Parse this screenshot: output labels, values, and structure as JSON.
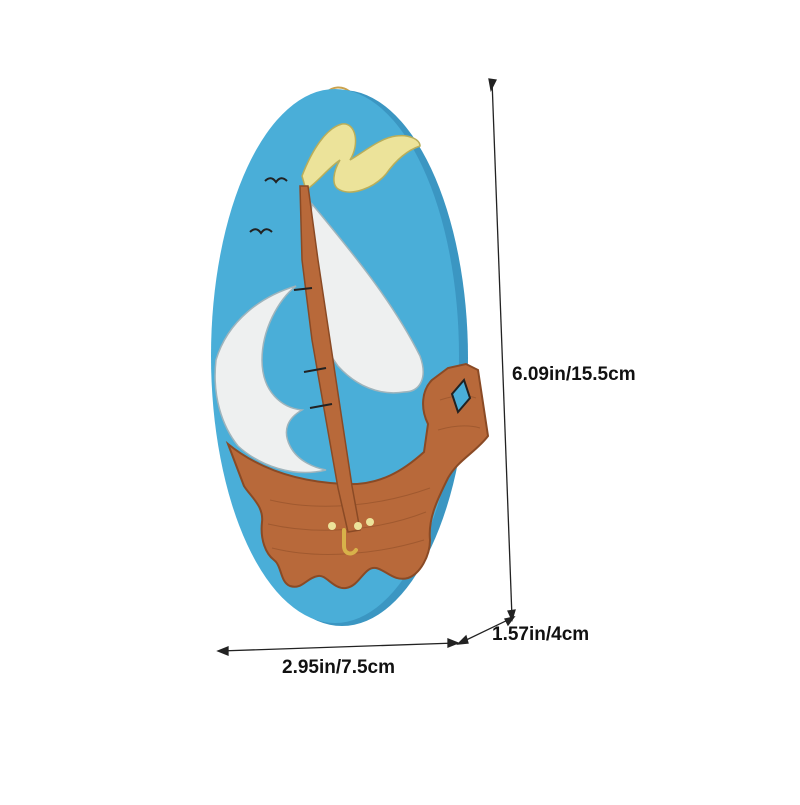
{
  "dimensions": {
    "height": "6.09in/15.5cm",
    "depth": "1.57in/4cm",
    "width": "2.95in/7.5cm"
  },
  "colors": {
    "plaque": "#4aaed8",
    "plaque_edge": "#3b96c2",
    "sail": "#eef0f0",
    "wood": "#b8693a",
    "wood_dark": "#8a4a25",
    "flag": "#ece39a",
    "hook": "#d8b24a",
    "line": "#222222"
  }
}
